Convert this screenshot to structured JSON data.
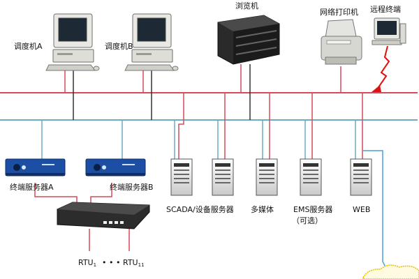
{
  "labels": {
    "dispatcher_a": "调度机A",
    "dispatcher_b": "调度机B",
    "browser": "浏览机",
    "network_printer": "网络打印机",
    "remote_terminal": "远程终端",
    "terminal_server_a": "终端服务器A",
    "terminal_server_b": "终端服务器B",
    "scada_server": "SCADA/设备服务器",
    "multimedia": "多媒体",
    "ems_server": "EMS服务器",
    "ems_optional": "（可选）",
    "web": "WEB",
    "rtu_prefix": "RTU",
    "rtu_first_sub": "1",
    "rtu_ellipsis": "• • •",
    "rtu_last_sub": "11"
  },
  "colors": {
    "network_a": "#d64b5a",
    "network_b": "#6fa8c4",
    "device_link": "#333333",
    "remote_link": "#e01010",
    "fiber": "#4aa0d8",
    "server_blue": "#1c4fa3"
  }
}
